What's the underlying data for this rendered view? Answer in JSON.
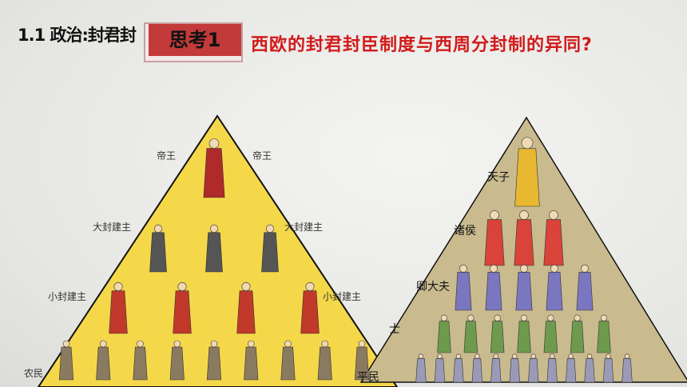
{
  "slide": {
    "title": "1.1 政治:封君封",
    "stamp_label": "思考1",
    "question": "西欧的封君封臣制度与西周分封制的异同?"
  },
  "western_pyramid": {
    "color": "#f5d84a",
    "levels": [
      {
        "labels": [
          "帝王",
          "帝王"
        ],
        "count": 1,
        "color": "#b02a2a"
      },
      {
        "labels": [
          "大封建主",
          "大封建主"
        ],
        "count": 3,
        "color": "#555555"
      },
      {
        "labels": [
          "小封建主",
          "小封建主"
        ],
        "count": 4,
        "color": "#c0392b"
      },
      {
        "labels": [
          "农民"
        ],
        "count": 9,
        "color": "#8a7a60"
      }
    ]
  },
  "zhou_pyramid": {
    "color": "#c9bb8e",
    "levels": [
      {
        "label": "天子",
        "count": 1,
        "color": "#e8b830"
      },
      {
        "label": "诸侯",
        "count": 3,
        "color": "#d9433a"
      },
      {
        "label": "卿大夫",
        "count": 5,
        "color": "#7a76c0"
      },
      {
        "label": "士",
        "count": 7,
        "color": "#6e9a4e"
      },
      {
        "label": "平民",
        "count": 12,
        "color": "#9a9ab8"
      }
    ]
  }
}
